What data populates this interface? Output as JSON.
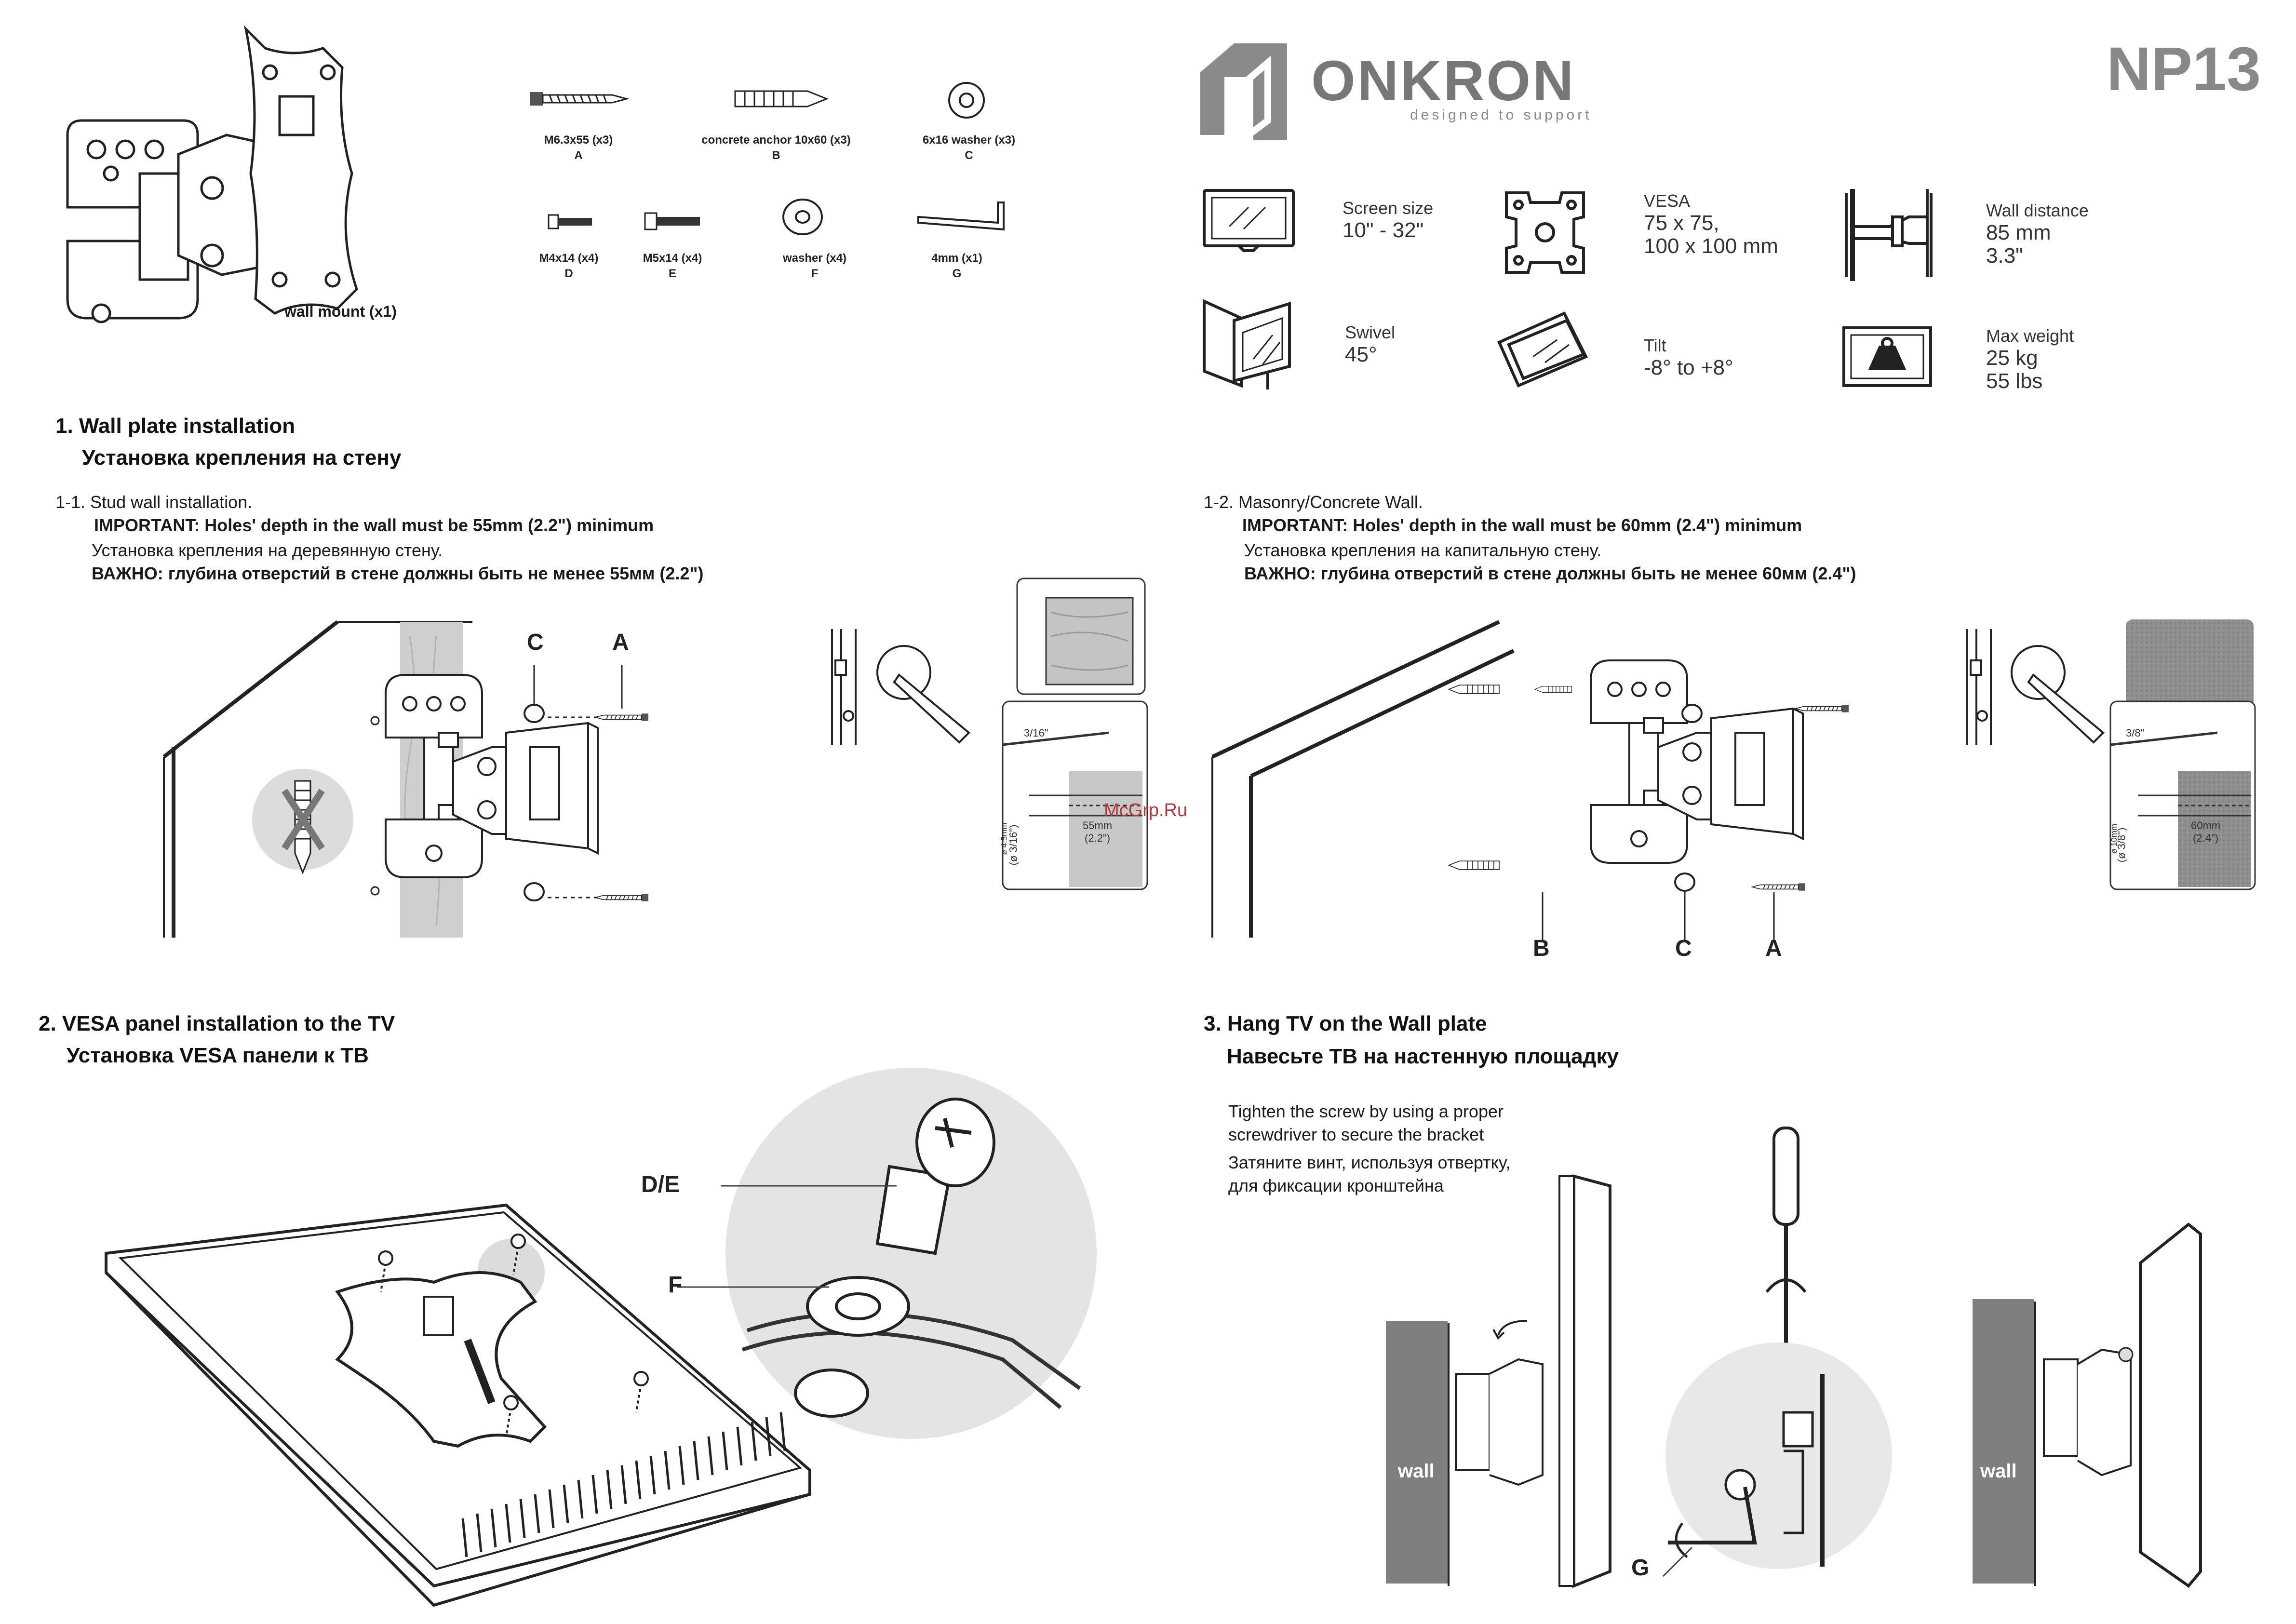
{
  "header": {
    "brand": "ONKRON",
    "tagline": "designed to support",
    "model": "NP13"
  },
  "parts": {
    "wall_mount": "wall mount (x1)",
    "items": [
      {
        "name": "M6.3x55  (x3)",
        "letter": "A"
      },
      {
        "name": "concrete anchor 10x60 (x3)",
        "letter": "B"
      },
      {
        "name": "6x16 washer  (x3)",
        "letter": "C"
      },
      {
        "name": "M4x14 (x4)",
        "letter": "D"
      },
      {
        "name": "M5x14 (x4)",
        "letter": "E"
      },
      {
        "name": "washer  (x4)",
        "letter": "F"
      },
      {
        "name": "4mm (x1)",
        "letter": "G"
      }
    ]
  },
  "specs": {
    "screen_size": {
      "label": "Screen size",
      "value": "10\" - 32\""
    },
    "vesa": {
      "label": "VESA",
      "value1": "75 x 75,",
      "value2": "100 x 100 mm"
    },
    "wall_distance": {
      "label": "Wall distance",
      "value1": "85 mm",
      "value2": "3.3\""
    },
    "swivel": {
      "label": "Swivel",
      "value": "45°"
    },
    "tilt": {
      "label": "Tilt",
      "value": "-8° to +8°"
    },
    "max_weight": {
      "label": "Max weight",
      "value1": "25 kg",
      "value2": "55 lbs"
    }
  },
  "section1": {
    "title_en": "1. Wall plate installation",
    "title_ru": "Установка крепления на стену",
    "stud": {
      "line1": "1-1. Stud wall installation.",
      "line2": "IMPORTANT: Holes' depth in the wall must be 55mm (2.2\") minimum",
      "line3": "Установка крепления на деревянную стену.",
      "line4": "ВАЖНО: глубина отверстий в стене должны быть не менее 55мм (2.2\")",
      "label_c": "C",
      "label_a": "A",
      "drill": "3/16\"",
      "diameter": "(ø 3/16\")",
      "diameter_mm": "ø 4.5mm",
      "depth": "55mm",
      "depth_in": "(2.2\")"
    },
    "masonry": {
      "line1": "1-2. Masonry/Concrete Wall.",
      "line2": "IMPORTANT: Holes' depth in the wall must be 60mm (2.4\") minimum",
      "line3": "Установка крепления на капитальную стену.",
      "line4": "ВАЖНО: глубина отверстий в стене должны быть не менее 60мм (2.4\")",
      "label_b": "B",
      "label_c": "C",
      "label_a": "A",
      "drill": "3/8\"",
      "diameter": "(ø 3/8\")",
      "diameter_mm": "ø 10mm",
      "depth": "60mm",
      "depth_in": "(2.4\")"
    },
    "watermark": "McGrp.Ru"
  },
  "section2": {
    "title_en": "2. VESA panel installation to the TV",
    "title_ru": "Установка VESA панели к ТВ",
    "label_de": "D/E",
    "label_f": "F"
  },
  "section3": {
    "title_en": "3. Hang TV on the Wall plate",
    "title_ru": "Навесьте ТВ на настенную площадку",
    "text_en_1": "Tighten the screw by using a proper",
    "text_en_2": "screwdriver to secure the bracket",
    "text_ru_1": "Затяните винт, используя отвертку,",
    "text_ru_2": "для фиксации кронштейна",
    "wall_label": "wall",
    "label_g": "G"
  }
}
